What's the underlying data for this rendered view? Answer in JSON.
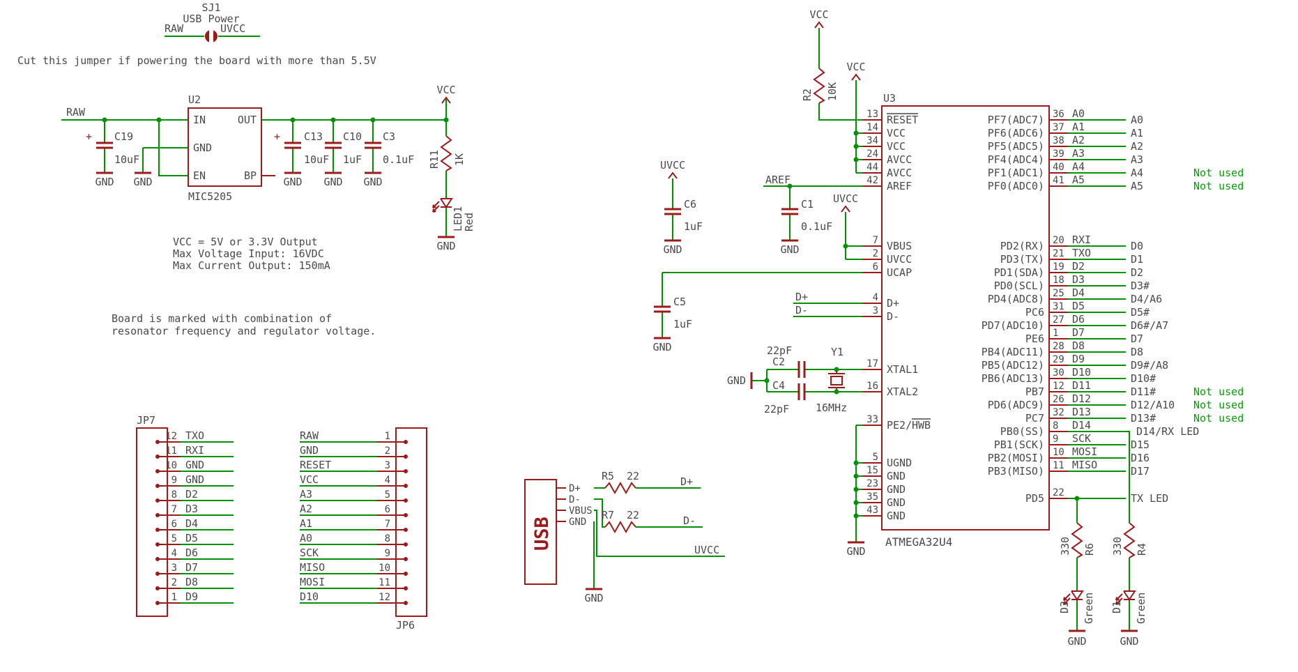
{
  "colors": {
    "wire": "#009100",
    "component": "#9c1a1a",
    "text": "#4a4a4a",
    "note_green": "#00a300"
  },
  "sj1": {
    "ref": "SJ1",
    "title": "USB Power",
    "left_net": "RAW",
    "right_net": "UVCC"
  },
  "jumper_note": "Cut this jumper if powering the board with more than 5.5V",
  "reg": {
    "raw": "RAW",
    "vcc": "VCC",
    "gnd": "GND",
    "plus": "+",
    "u2_ref": "U2",
    "u2_part": "MIC5205",
    "pin_in": "IN",
    "pin_out": "OUT",
    "pin_gnd": "GND",
    "pin_en": "EN",
    "pin_bp": "BP",
    "c19_ref": "C19",
    "c19_val": "10uF",
    "c13_ref": "C13",
    "c13_val": "10uF",
    "c10_ref": "C10",
    "c10_val": "1uF",
    "c3_ref": "C3",
    "c3_val": "0.1uF",
    "r11_ref": "R11",
    "r11_val": "1K",
    "led1_ref": "LED1",
    "led1_val": "Red",
    "note1": "VCC = 5V or 3.3V Output",
    "note2": "Max Voltage Input: 16VDC",
    "note3": "Max Current Output: 150mA",
    "board_note1": "Board is marked with combination of",
    "board_note2": "resonator frequency and regulator voltage."
  },
  "jp7": {
    "ref": "JP7",
    "pins": [
      {
        "num": "12",
        "net": "TXO"
      },
      {
        "num": "11",
        "net": "RXI"
      },
      {
        "num": "10",
        "net": "GND"
      },
      {
        "num": "9",
        "net": "GND"
      },
      {
        "num": "8",
        "net": "D2"
      },
      {
        "num": "7",
        "net": "D3"
      },
      {
        "num": "6",
        "net": "D4"
      },
      {
        "num": "5",
        "net": "D5"
      },
      {
        "num": "4",
        "net": "D6"
      },
      {
        "num": "3",
        "net": "D7"
      },
      {
        "num": "2",
        "net": "D8"
      },
      {
        "num": "1",
        "net": "D9"
      }
    ]
  },
  "jp6": {
    "ref": "JP6",
    "pins": [
      {
        "net": "RAW",
        "num": "1"
      },
      {
        "net": "GND",
        "num": "2"
      },
      {
        "net": "RESET",
        "num": "3"
      },
      {
        "net": "VCC",
        "num": "4"
      },
      {
        "net": "A3",
        "num": "5"
      },
      {
        "net": "A2",
        "num": "6"
      },
      {
        "net": "A1",
        "num": "7"
      },
      {
        "net": "A0",
        "num": "8"
      },
      {
        "net": "SCK",
        "num": "9"
      },
      {
        "net": "MISO",
        "num": "10"
      },
      {
        "net": "MOSI",
        "num": "11"
      },
      {
        "net": "D10",
        "num": "12"
      }
    ]
  },
  "usb": {
    "label": "USB",
    "pin1": "D+",
    "pin2": "D-",
    "pin3": "VBUS",
    "pin4": "GND",
    "r5_ref": "R5",
    "r5_val": "22",
    "r7_ref": "R7",
    "r7_val": "22",
    "net_dp": "D+",
    "net_dm": "D-",
    "net_uvcc": "UVCC",
    "gnd": "GND"
  },
  "mcu": {
    "ref": "U3",
    "part": "ATMEGA32U4",
    "vcc": "VCC",
    "uvcc": "UVCC",
    "gnd": "GND",
    "aref": "AREF",
    "net_dp": "D+",
    "net_dm": "D-",
    "r2_ref": "R2",
    "r2_val": "10K",
    "c6_ref": "C6",
    "c6_val": "1uF",
    "c1_ref": "C1",
    "c1_val": "0.1uF",
    "c5_ref": "C5",
    "c5_val": "1uF",
    "c2_ref": "C2",
    "c2_val": "22pF",
    "c4_ref": "C4",
    "c4_val": "22pF",
    "y1_ref": "Y1",
    "y1_val": "16MHz",
    "pe2_num": "33",
    "pe2_prefix": "PE2/",
    "pe2_name": "HWB",
    "pd5_name": "PD5",
    "pd5_num": "22",
    "pd5_label": "TX LED",
    "not_used": "Not used",
    "r6_ref": "R6",
    "r6_val": "330",
    "r4_ref": "R4",
    "r4_val": "330",
    "d3_ref": "D3",
    "d3_val": "Green",
    "d1_ref": "D1",
    "d1_val": "Green",
    "left_pins": [
      {
        "num": "13",
        "name": "RESET"
      },
      {
        "num": "14",
        "name": "VCC"
      },
      {
        "num": "34",
        "name": "VCC"
      },
      {
        "num": "24",
        "name": "AVCC"
      },
      {
        "num": "44",
        "name": "AVCC"
      },
      {
        "num": "42",
        "name": "AREF"
      },
      {
        "num": "7",
        "name": "VBUS"
      },
      {
        "num": "2",
        "name": "UVCC"
      },
      {
        "num": "6",
        "name": "UCAP"
      },
      {
        "num": "4",
        "name": "D+"
      },
      {
        "num": "3",
        "name": "D-"
      },
      {
        "num": "17",
        "name": "XTAL1"
      },
      {
        "num": "16",
        "name": "XTAL2"
      },
      {
        "num": "5",
        "name": "UGND"
      },
      {
        "num": "15",
        "name": "GND"
      },
      {
        "num": "23",
        "name": "GND"
      },
      {
        "num": "35",
        "name": "GND"
      },
      {
        "num": "43",
        "name": "GND"
      }
    ],
    "right_pins": [
      {
        "name": "PF7(ADC7)",
        "num": "36",
        "net": "A0",
        "label": "A0"
      },
      {
        "name": "PF6(ADC6)",
        "num": "37",
        "net": "A1",
        "label": "A1"
      },
      {
        "name": "PF5(ADC5)",
        "num": "38",
        "net": "A2",
        "label": "A2"
      },
      {
        "name": "PF4(ADC4)",
        "num": "39",
        "net": "A3",
        "label": "A3"
      },
      {
        "name": "PF1(ADC1)",
        "num": "40",
        "net": "A4",
        "label": "A4"
      },
      {
        "name": "PF0(ADC0)",
        "num": "41",
        "net": "A5",
        "label": "A5"
      },
      {
        "name": "PD2(RX)",
        "num": "20",
        "net": "RXI",
        "label": "D0"
      },
      {
        "name": "PD3(TX)",
        "num": "21",
        "net": "TXO",
        "label": "D1"
      },
      {
        "name": "PD1(SDA)",
        "num": "19",
        "net": "D2",
        "label": "D2"
      },
      {
        "name": "PD0(SCL)",
        "num": "18",
        "net": "D3",
        "label": "D3#"
      },
      {
        "name": "PD4(ADC8)",
        "num": "25",
        "net": "D4",
        "label": "D4/A6"
      },
      {
        "name": "PC6",
        "num": "31",
        "net": "D5",
        "label": "D5#"
      },
      {
        "name": "PD7(ADC10)",
        "num": "27",
        "net": "D6",
        "label": "D6#/A7"
      },
      {
        "name": "PE6",
        "num": "1",
        "net": "D7",
        "label": "D7"
      },
      {
        "name": "PB4(ADC11)",
        "num": "28",
        "net": "D8",
        "label": "D8"
      },
      {
        "name": "PB5(ADC12)",
        "num": "29",
        "net": "D9",
        "label": "D9#/A8"
      },
      {
        "name": "PB6(ADC13)",
        "num": "30",
        "net": "D10",
        "label": "D10#"
      },
      {
        "name": "PB7",
        "num": "12",
        "net": "D11",
        "label": "D11#"
      },
      {
        "name": "PD6(ADC9)",
        "num": "26",
        "net": "D12",
        "label": "D12/A10"
      },
      {
        "name": "PC7",
        "num": "32",
        "net": "D13",
        "label": "D13#"
      },
      {
        "name": "PB0(SS)",
        "num": "8",
        "net": "D14",
        "label": "D14/RX LED"
      },
      {
        "name": "PB1(SCK)",
        "num": "9",
        "net": "SCK",
        "label": "D15"
      },
      {
        "name": "PB2(MOSI)",
        "num": "10",
        "net": "MOSI",
        "label": "D16"
      },
      {
        "name": "PB3(MISO)",
        "num": "11",
        "net": "MISO",
        "label": "D17"
      }
    ]
  }
}
